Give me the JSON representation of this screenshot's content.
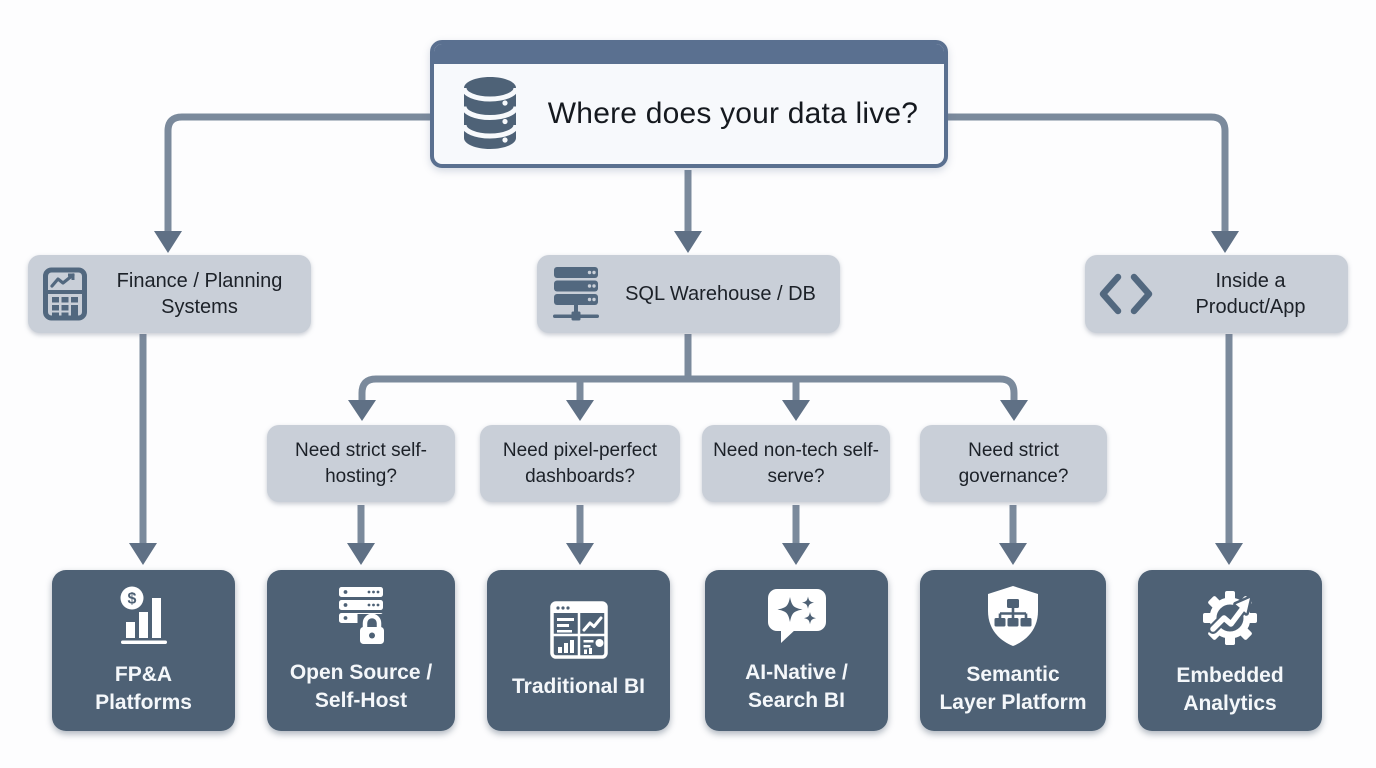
{
  "root": {
    "title": "Where does your data live?",
    "icon": "database-icon"
  },
  "sources": [
    {
      "label": "Finance / Planning Systems",
      "icon": "calculator-chart-icon"
    },
    {
      "label": "SQL Warehouse / DB",
      "icon": "server-stack-icon"
    },
    {
      "label": "Inside a Product/App",
      "icon": "code-brackets-icon"
    }
  ],
  "questions": [
    {
      "label": "Need strict self-hosting?"
    },
    {
      "label": "Need pixel-perfect dashboards?"
    },
    {
      "label": "Need non-tech self-serve?"
    },
    {
      "label": "Need strict governance?"
    }
  ],
  "outcomes": [
    {
      "label": "FP&A Platforms",
      "icon": "dollar-bar-chart-icon"
    },
    {
      "label": "Open Source / Self-Host",
      "icon": "server-lock-icon"
    },
    {
      "label": "Traditional BI",
      "icon": "dashboard-icon"
    },
    {
      "label": "AI-Native / Search BI",
      "icon": "chat-sparkles-icon"
    },
    {
      "label": "Semantic Layer Platform",
      "icon": "shield-hierarchy-icon"
    },
    {
      "label": "Embedded Analytics",
      "icon": "gear-growth-icon"
    }
  ],
  "colors": {
    "header_slate": "#5a7090",
    "light_node": "#c9cfd8",
    "dark_node": "#4e6175",
    "connector": "#7b8a9c",
    "arrowhead": "#5f7085",
    "icon_slate": "#52687f",
    "root_body": "#f7f9fc",
    "background": "#fdfdfe"
  }
}
